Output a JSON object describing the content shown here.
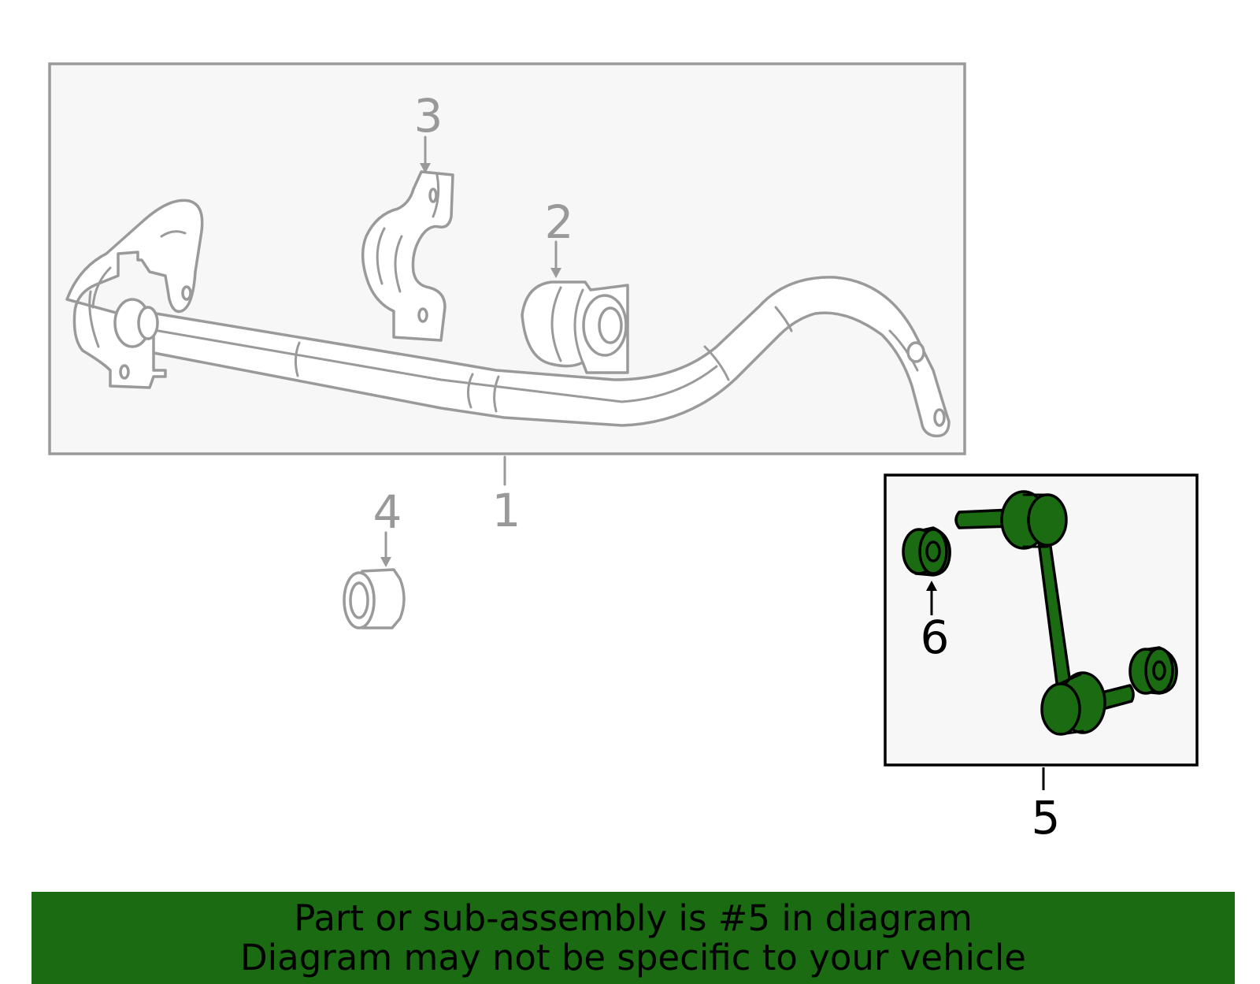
{
  "diagram": {
    "callouts": {
      "part_1": "1",
      "part_2": "2",
      "part_3": "3",
      "part_4": "4",
      "part_5": "5",
      "part_6": "6"
    },
    "highlight_color": "#1a6b12",
    "ghost_color": "#9a9a9a"
  },
  "banner": {
    "line1": "Part or sub-assembly is #5 in diagram",
    "line2": "Diagram may not be specific to your vehicle"
  }
}
